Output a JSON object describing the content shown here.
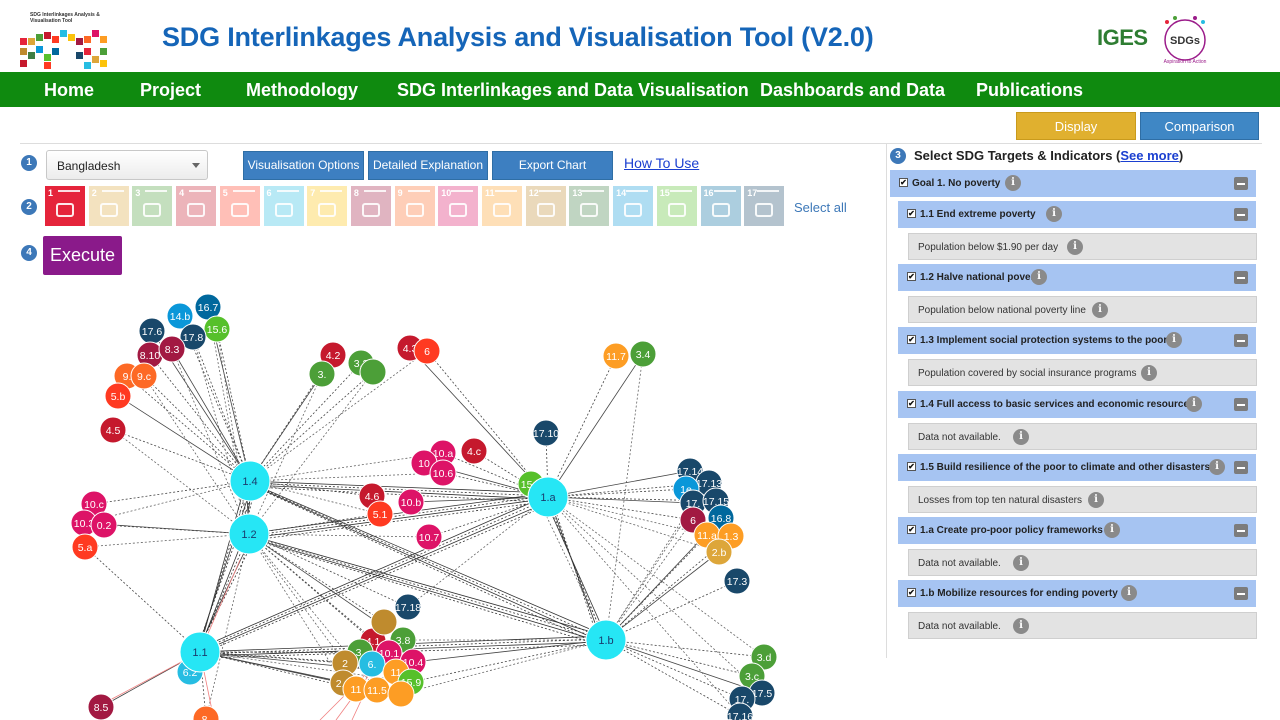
{
  "header": {
    "logo_text": "SDG Interlinkages Analysis & Visualisation Tool",
    "title": "SDG Interlinkages Analysis and Visualisation Tool (V2.0)",
    "partner_logo": "IGES",
    "sdgs_badge": "SDGs",
    "sdgs_tagline": "Aspiration to Action"
  },
  "nav": {
    "items": [
      "Home",
      "Project",
      "Methodology",
      "SDG Interlinkages and Data Visualisation",
      "Dashboards and Data",
      "Publications"
    ],
    "bg_color": "#0f8a0f"
  },
  "view_toggle": {
    "display": "Display",
    "comparison": "Comparison",
    "active": "Display"
  },
  "steps": {
    "s1": "1",
    "s2": "2",
    "s3": "3",
    "s4": "4"
  },
  "controls": {
    "country": "Bangladesh",
    "visualisation_options": "Visualisation Options",
    "detailed_explanation": "Detailed Explanation",
    "export_chart": "Export Chart",
    "how_to_use": "How To Use",
    "select_all": "Select all",
    "execute": "Execute"
  },
  "goals": [
    {
      "num": "1",
      "color": "#e5243b",
      "selected": true
    },
    {
      "num": "2",
      "color": "#dda63a",
      "selected": false
    },
    {
      "num": "3",
      "color": "#4c9f38",
      "selected": false
    },
    {
      "num": "4",
      "color": "#c5192d",
      "selected": false
    },
    {
      "num": "5",
      "color": "#ff3a21",
      "selected": false
    },
    {
      "num": "6",
      "color": "#26bde2",
      "selected": false
    },
    {
      "num": "7",
      "color": "#fcc30b",
      "selected": false
    },
    {
      "num": "8",
      "color": "#a21942",
      "selected": false
    },
    {
      "num": "9",
      "color": "#fd6925",
      "selected": false
    },
    {
      "num": "10",
      "color": "#dd1367",
      "selected": false
    },
    {
      "num": "11",
      "color": "#fd9d24",
      "selected": false
    },
    {
      "num": "12",
      "color": "#bf8b2e",
      "selected": false
    },
    {
      "num": "13",
      "color": "#3f7e44",
      "selected": false
    },
    {
      "num": "14",
      "color": "#0a97d9",
      "selected": false
    },
    {
      "num": "15",
      "color": "#56c02b",
      "selected": false
    },
    {
      "num": "16",
      "color": "#00689d",
      "selected": false
    },
    {
      "num": "17",
      "color": "#19486a",
      "selected": false
    }
  ],
  "panel": {
    "title": "Select SDG Targets & Indicators (",
    "see_more": "See more",
    "title_end": ")",
    "goal_row": "Goal 1. No poverty",
    "targets": [
      {
        "label": "1.1 End extreme poverty",
        "indicator": "Population below $1.90 per day"
      },
      {
        "label": "1.2 Halve national poverty",
        "indicator": "Population below national poverty line"
      },
      {
        "label": "1.3 Implement social protection systems to the poor",
        "indicator": "Population covered by social insurance programs"
      },
      {
        "label": "1.4 Full access to basic services and economic resources",
        "indicator": "Data not available."
      },
      {
        "label": "1.5 Build resilience of the poor to climate and other disasters",
        "indicator": "Losses from top ten natural disasters"
      },
      {
        "label": "1.a Create pro-poor policy frameworks",
        "indicator": "Data not available."
      },
      {
        "label": "1.b Mobilize resources for ending poverty",
        "indicator": "Data not available."
      }
    ],
    "info_glyph": "i",
    "check_glyph": "✔"
  },
  "graph": {
    "hubs": [
      "1.4",
      "1.2",
      "1.a",
      "1.1",
      "1.b"
    ],
    "nodes": [
      {
        "label": "16.7",
        "goal": "16"
      },
      {
        "label": "14.b",
        "goal": "14"
      },
      {
        "label": "15.6",
        "goal": "15"
      },
      {
        "label": "17.6",
        "goal": "17"
      },
      {
        "label": "17.8",
        "goal": "17"
      },
      {
        "label": "8.10",
        "goal": "8"
      },
      {
        "label": "8.3",
        "goal": "8"
      },
      {
        "label": "9.",
        "goal": "9"
      },
      {
        "label": "9.c",
        "goal": "9"
      },
      {
        "label": "5.b",
        "goal": "5"
      },
      {
        "label": "4.5",
        "goal": "4"
      },
      {
        "label": "4.2",
        "goal": "4"
      },
      {
        "label": "3.",
        "goal": "3"
      },
      {
        "label": "3.2",
        "goal": "3"
      },
      {
        "label": "",
        "goal": "3"
      },
      {
        "label": "4.3",
        "goal": "4"
      },
      {
        "label": "6",
        "goal": "5"
      },
      {
        "label": "11.7",
        "goal": "11"
      },
      {
        "label": "3.4",
        "goal": "3"
      },
      {
        "label": "17.10",
        "goal": "17"
      },
      {
        "label": "10.a",
        "goal": "10"
      },
      {
        "label": "10",
        "goal": "10"
      },
      {
        "label": "10.6",
        "goal": "10"
      },
      {
        "label": "4.c",
        "goal": "4"
      },
      {
        "label": "15.a",
        "goal": "15"
      },
      {
        "label": "4.6",
        "goal": "4"
      },
      {
        "label": "5.1",
        "goal": "5"
      },
      {
        "label": "10.b",
        "goal": "10"
      },
      {
        "label": "10.7",
        "goal": "10"
      },
      {
        "label": "10.c",
        "goal": "10"
      },
      {
        "label": "10.3",
        "goal": "10"
      },
      {
        "label": "0.2",
        "goal": "10"
      },
      {
        "label": "5.a",
        "goal": "5"
      },
      {
        "label": "17.14",
        "goal": "17"
      },
      {
        "label": "17.13",
        "goal": "17"
      },
      {
        "label": "1e",
        "goal": "14"
      },
      {
        "label": "17.",
        "goal": "17"
      },
      {
        "label": "17.15",
        "goal": "17"
      },
      {
        "label": "6",
        "goal": "8"
      },
      {
        "label": "16.8",
        "goal": "16"
      },
      {
        "label": "11.a",
        "goal": "11"
      },
      {
        "label": "1.3",
        "goal": "11"
      },
      {
        "label": "2.b",
        "goal": "2"
      },
      {
        "label": "17.3",
        "goal": "17"
      },
      {
        "label": "17.18",
        "goal": "17"
      },
      {
        "label": "6.2",
        "goal": "6"
      },
      {
        "label": "3.d",
        "goal": "3"
      },
      {
        "label": "3.c",
        "goal": "3"
      },
      {
        "label": "17.5",
        "goal": "17"
      },
      {
        "label": "17.",
        "goal": "17"
      },
      {
        "label": "17.16",
        "goal": "17"
      },
      {
        "label": "8.5",
        "goal": "8"
      },
      {
        "label": "8.",
        "goal": "9"
      },
      {
        "label": "4.1",
        "goal": "4"
      },
      {
        "label": "3.8",
        "goal": "3"
      },
      {
        "label": "3.",
        "goal": "3"
      },
      {
        "label": "10.1",
        "goal": "10"
      },
      {
        "label": "10.4",
        "goal": "10"
      },
      {
        "label": "2",
        "goal": "12"
      },
      {
        "label": "6.",
        "goal": "6"
      },
      {
        "label": "2.6",
        "goal": "12"
      },
      {
        "label": "11",
        "goal": "11"
      },
      {
        "label": "11.5",
        "goal": "11"
      },
      {
        "label": "11",
        "goal": "11"
      },
      {
        "label": "15.9",
        "goal": "15"
      },
      {
        "label": "",
        "goal": "12"
      },
      {
        "label": "",
        "goal": "11"
      }
    ],
    "hub_color": "#26e6f5"
  }
}
